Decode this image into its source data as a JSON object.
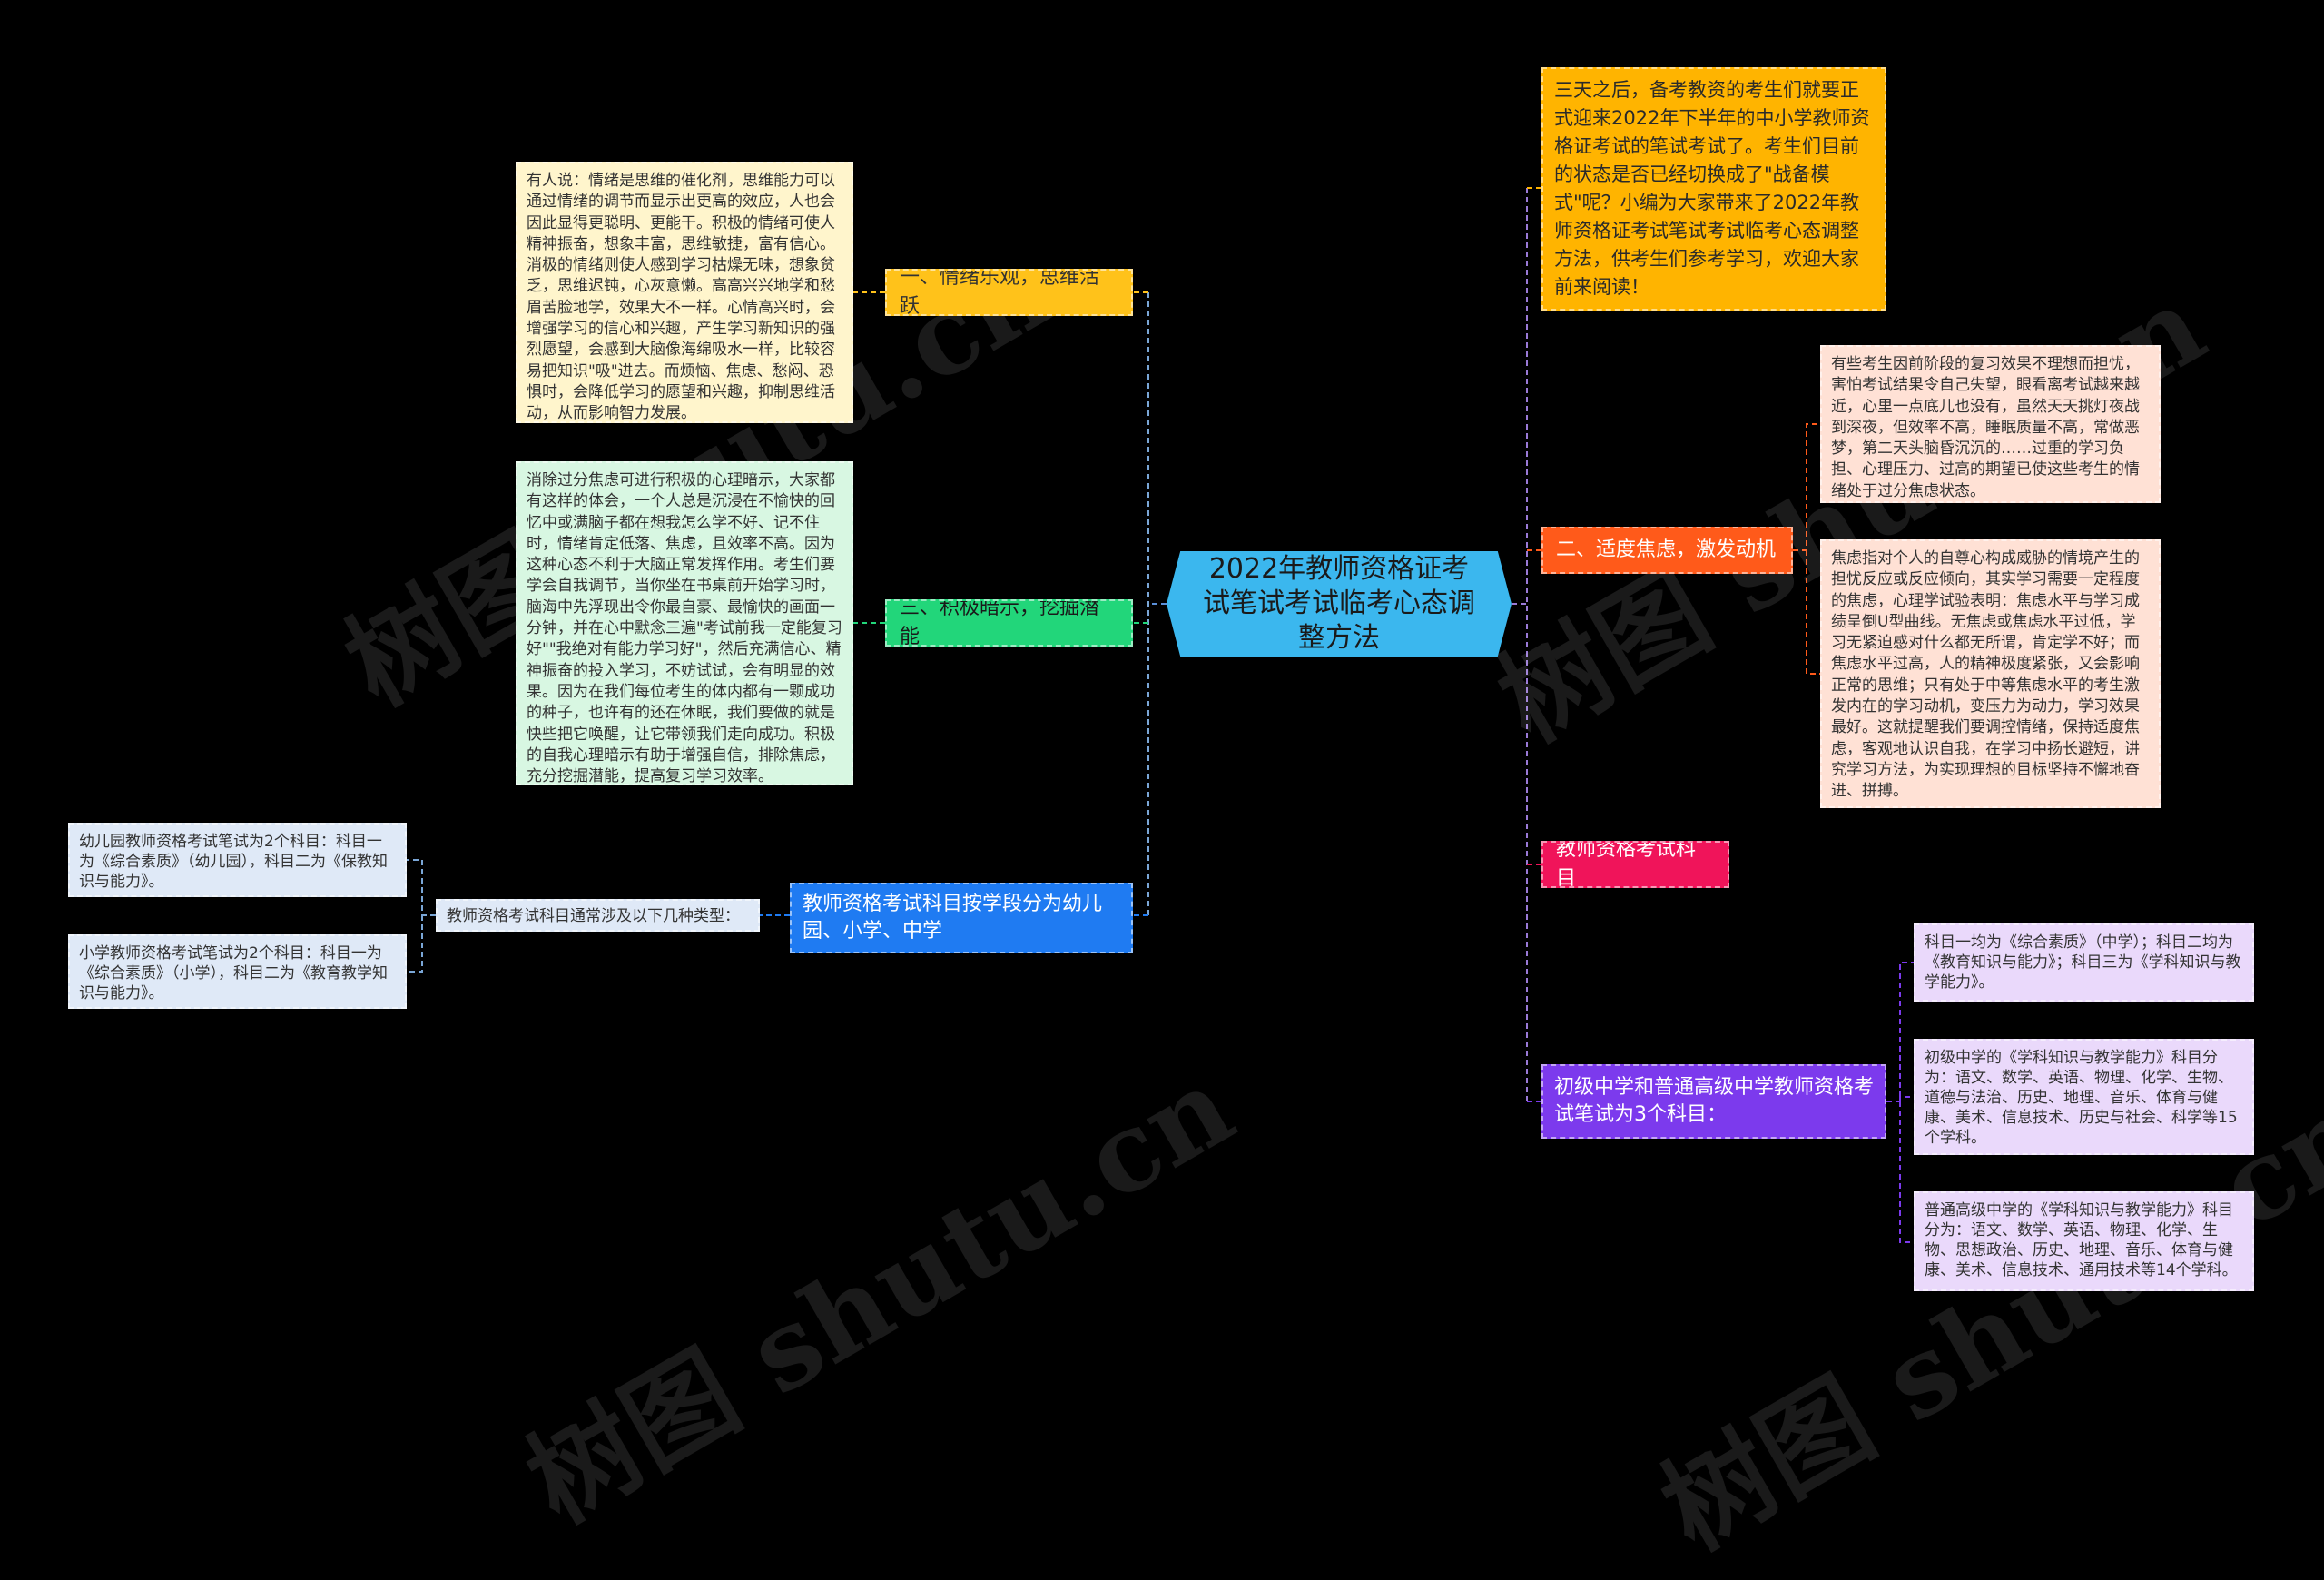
{
  "center": {
    "title": "2022年教师资格证考试笔试考试临考心态调整方法"
  },
  "branches": {
    "b1": {
      "label": "一、情绪乐观，思维活跃",
      "color": "#ffc21a"
    },
    "b3": {
      "label": "三、积极暗示，挖掘潜能",
      "color": "#22d67a"
    },
    "b4": {
      "label": "教师资格考试科目按学段分为幼儿园、小学、中学",
      "color": "#1f7bf2"
    },
    "intro": {
      "label": "三天之后，备考教资的考生们就要正式迎来2022年下半年的中小学教师资格证考试的笔试考试了。考生们目前的状态是否已经切换成了\"战备模式\"呢？小编为大家带来了2022年教师资格证考试笔试考试临考心态调整方法，供考生们参考学习，欢迎大家前来阅读！",
      "color": "#ffb400"
    },
    "b2": {
      "label": "二、适度焦虑，激发动机",
      "color": "#ff5a1a"
    },
    "b5": {
      "label": "教师资格考试科目",
      "color": "#f0145a"
    },
    "b6": {
      "label": "初级中学和普通高级中学教师资格考试笔试为3个科目：",
      "color": "#7c3aed"
    }
  },
  "leaves": {
    "l1": "有人说：情绪是思维的催化剂，思维能力可以通过情绪的调节而显示出更高的效应，人也会因此显得更聪明、更能干。积极的情绪可使人精神振奋，想象丰富，思维敏捷，富有信心。消极的情绪则使人感到学习枯燥无味，想象贫乏，思维迟钝，心灰意懒。高高兴兴地学和愁眉苦脸地学，效果大不一样。心情高兴时，会增强学习的信心和兴趣，产生学习新知识的强烈愿望，会感到大脑像海绵吸水一样，比较容易把知识\"吸\"进去。而烦恼、焦虑、愁闷、恐惧时，会降低学习的愿望和兴趣，抑制思维活动，从而影响智力发展。",
    "l3": "消除过分焦虑可进行积极的心理暗示，大家都有这样的体会，一个人总是沉浸在不愉快的回忆中或满脑子都在想我怎么学不好、记不住时，情绪肯定低落、焦虑，且效率不高。因为这种心态不利于大脑正常发挥作用。考生们要学会自我调节，当你坐在书桌前开始学习时，脑海中先浮现出令你最自豪、最愉快的画面一分钟，并在心中默念三遍\"考试前我一定能复习好\"\"我绝对有能力学习好\"，然后充满信心、精神振奋的投入学习，不妨试试，会有明显的效果。因为在我们每位考生的体内都有一颗成功的种子，也许有的还在休眠，我们要做的就是快些把它唤醒，让它带领我们走向成功。积极的自我心理暗示有助于增强自信，排除焦虑，充分挖掘潜能，提高复习学习效率。",
    "l4mid": "教师资格考试科目通常涉及以下几种类型：",
    "l4a": "幼儿园教师资格考试笔试为2个科目：科目一为《综合素质》（幼儿园），科目二为《保教知识与能力》。",
    "l4b": "小学教师资格考试笔试为2个科目：科目一为《综合素质》（小学），科目二为《教育教学知识与能力》。",
    "l2a": "有些考生因前阶段的复习效果不理想而担忧，害怕考试结果令自己失望，眼看离考试越来越近，心里一点底儿也没有，虽然天天挑灯夜战到深夜，但效率不高，睡眠质量不高，常做恶梦，第二天头脑昏沉沉的……过重的学习负担、心理压力、过高的期望已使这些考生的情绪处于过分焦虑状态。",
    "l2b": "焦虑指对个人的自尊心构成威胁的情境产生的担忧反应或反应倾向，其实学习需要一定程度的焦虑，心理学试验表明：焦虑水平与学习成绩呈倒U型曲线。无焦虑或焦虑水平过低，学习无紧迫感对什么都无所谓，肯定学不好；而焦虑水平过高，人的精神极度紧张，又会影响正常的思维；只有处于中等焦虑水平的考生激发内在的学习动机，变压力为动力，学习效果最好。这就提醒我们要调控情绪，保持适度焦虑，客观地认识自我，在学习中扬长避短，讲究学习方法，为实现理想的目标坚持不懈地奋进、拼搏。",
    "l6a": "科目一均为《综合素质》（中学）；科目二均为《教育知识与能力》；科目三为《学科知识与教学能力》。",
    "l6b": "初级中学的《学科知识与教学能力》科目分为：语文、数学、英语、物理、化学、生物、道德与法治、历史、地理、音乐、体育与健康、美术、信息技术、历史与社会、科学等15个学科。",
    "l6c": "普通高级中学的《学科知识与教学能力》科目分为：语文、数学、英语、物理、化学、生物、思想政治、历史、地理、音乐、体育与健康、美术、信息技术、通用技术等14个学科。"
  }
}
